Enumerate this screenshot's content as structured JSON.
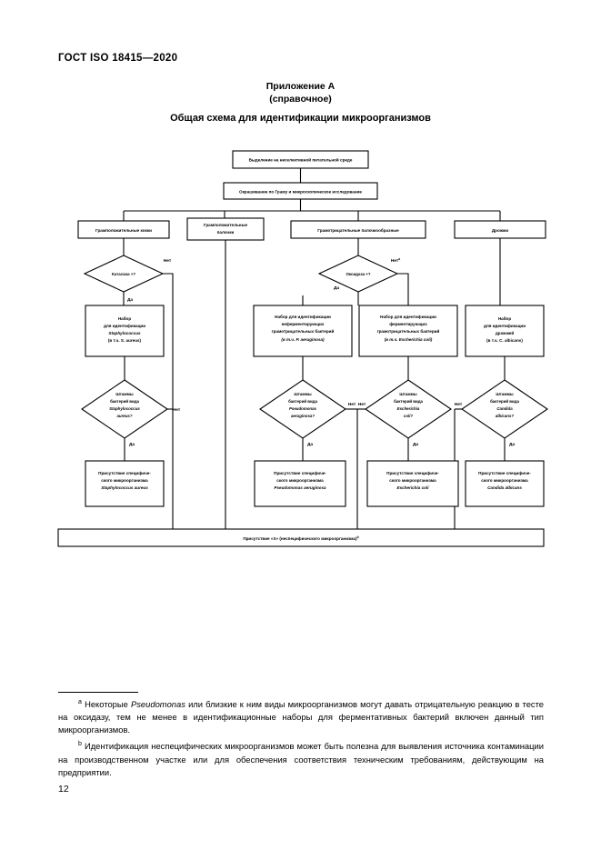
{
  "header": {
    "standard_id": "ГОСТ ISO 18415—2020"
  },
  "annex": {
    "title": "Приложение А",
    "subtitle": "(справочное)",
    "scheme_title": "Общая схема для идентификации микроорганизмов"
  },
  "chart_data": {
    "type": "diagram",
    "title": "Общая схема для идентификации микроорганизмов",
    "nodes": {
      "start": "Выделение на неселективной питательной среде",
      "gram_stain": "Окрашивание по Граму и микроскопическое исследование",
      "class_gram_pos_cocci": "Грамположительные кокки",
      "class_gram_pos_rods_l1": "Грамположительные",
      "class_gram_pos_rods_l2": "палочки",
      "class_gram_neg_rods": "Грамотрицательные палочкообразные",
      "class_yeast": "Дрожжи",
      "test_catalase": "Каталаза +?",
      "test_oxidase": "Оксидаза +?",
      "kit_staph_l1": "Набор",
      "kit_staph_l2": "для идентификации",
      "kit_staph_l3": "Staphylococcus",
      "kit_staph_l4": "(в т.ч. S. aureus)",
      "kit_nonferm_l1": "Набор для идентификации",
      "kit_nonferm_l2": "неферментирующих",
      "kit_nonferm_l3": "грамотрицательных бактерий",
      "kit_nonferm_l4": "(в т.ч. P. aeruginosa)",
      "kit_ferm_l1": "Набор для идентификации",
      "kit_ferm_l2": "ферментирующих",
      "kit_ferm_l3": "грамотрицательных бактерий",
      "kit_ferm_l4": "(в т.ч. Escherichia coli)",
      "kit_yeast_l1": "Набор",
      "kit_yeast_l2": "для идентификации",
      "kit_yeast_l3": "дрожжей",
      "kit_yeast_l4": "(в т.ч. C. albicans)",
      "q_staph_l1": "Штаммы",
      "q_staph_l2": "бактерий вида",
      "q_staph_l3": "Staphylococcus",
      "q_staph_l4": "aureus?",
      "q_pseudo_l1": "Штаммы",
      "q_pseudo_l2": "бактерий вида",
      "q_pseudo_l3": "Pseudomonas",
      "q_pseudo_l4": "aeruginosa?",
      "q_ecoli_l1": "Штаммы",
      "q_ecoli_l2": "бактерий вида",
      "q_ecoli_l3": "Escherichia",
      "q_ecoli_l4": "coli?",
      "q_candida_l1": "Штаммы",
      "q_candida_l2": "бактерий вида",
      "q_candida_l3": "Candida",
      "q_candida_l4": "albicans?",
      "res_staph_l1": "Присутствие специфиче-",
      "res_staph_l2": "ского микроорганизма",
      "res_staph_l3": "Staphylococcus aureus",
      "res_pseudo_l1": "Присутствие специфиче-",
      "res_pseudo_l2": "ского микроорганизма",
      "res_pseudo_l3": "Pseudomonas aeruginosa",
      "res_ecoli_l1": "Присутствие специфиче-",
      "res_ecoli_l2": "ского микроорганизма",
      "res_ecoli_l3": "Escherichia coli",
      "res_candida_l1": "Присутствие специфиче-",
      "res_candida_l2": "ского микроорганизма",
      "res_candida_l3": "Candida albicans",
      "res_nonspecific": "Присутствие «Х» (неспецифического микроорганизма)",
      "res_nonspecific_mark": "b"
    },
    "edge_labels": {
      "yes": "Да",
      "no": "Нет",
      "no_oxidase": "Нет",
      "no_oxidase_mark": "a"
    }
  },
  "footnotes": [
    {
      "mark": "a",
      "text_1": "Некоторые ",
      "italic_1": "Pseudomonas",
      "text_2": " или близкие к ним виды микроорганизмов могут давать отрицательную реакцию в тесте на оксидазу, тем не менее в идентификационные наборы для ферментативных бактерий включен данный тип микроорганизмов."
    },
    {
      "mark": "b",
      "text_1": "Идентификация неспецифических микроорганизмов может быть полезна для выявления источника контаминации на производственном участке или для обеспечения соответствия техническим требованиям, действующим на предприятии.",
      "italic_1": "",
      "text_2": ""
    }
  ],
  "page": {
    "number": "12"
  }
}
